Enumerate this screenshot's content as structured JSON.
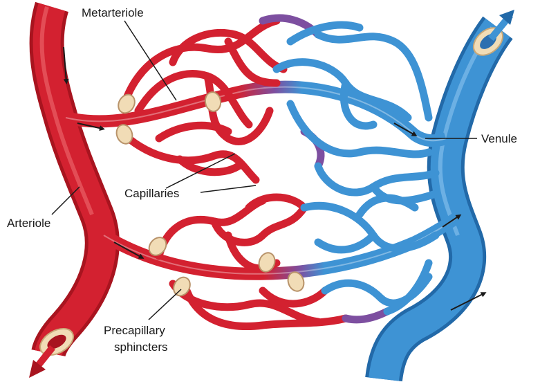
{
  "labels": {
    "metarteriole": "Metarteriole",
    "venule": "Venule",
    "capillaries": "Capillaries",
    "arteriole": "Arteriole",
    "precapillary_line1": "Precapillary",
    "precapillary_line2": "sphincters"
  },
  "colors": {
    "arterial": "#d32130",
    "arterial_dark": "#a8141f",
    "venous": "#3e93d4",
    "venous_dark": "#2269a8",
    "sphincter": "#f1dcb6"
  }
}
